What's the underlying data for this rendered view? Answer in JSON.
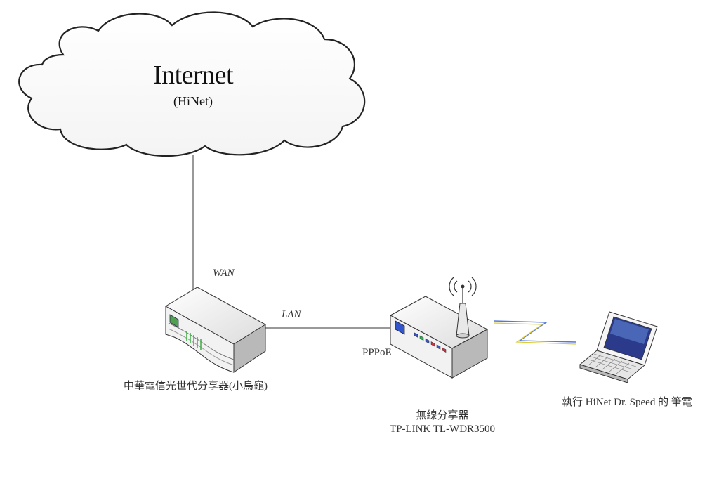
{
  "cloud": {
    "title": "Internet",
    "subtitle": "(HiNet)"
  },
  "links": {
    "wan_label": "WAN",
    "lan_label": "LAN",
    "pppoe_label": "PPPoE"
  },
  "devices": {
    "modem": {
      "label": "中華電信光世代分享器(小烏龜)",
      "icon": "modem-icon"
    },
    "router": {
      "label_line1": "無線分享器",
      "label_line2": "TP-LINK TL-WDR3500",
      "icon": "wireless-router-icon"
    },
    "laptop": {
      "label": "執行 HiNet Dr. Speed 的 筆電",
      "icon": "laptop-icon"
    }
  },
  "colors": {
    "line": "#333333",
    "device_face": "#f2f2f2",
    "device_side": "#b9b9b9",
    "router_port_blue": "#3355cc",
    "wireless_blue": "#5577dd",
    "wireless_yellow": "#ddcc33"
  }
}
